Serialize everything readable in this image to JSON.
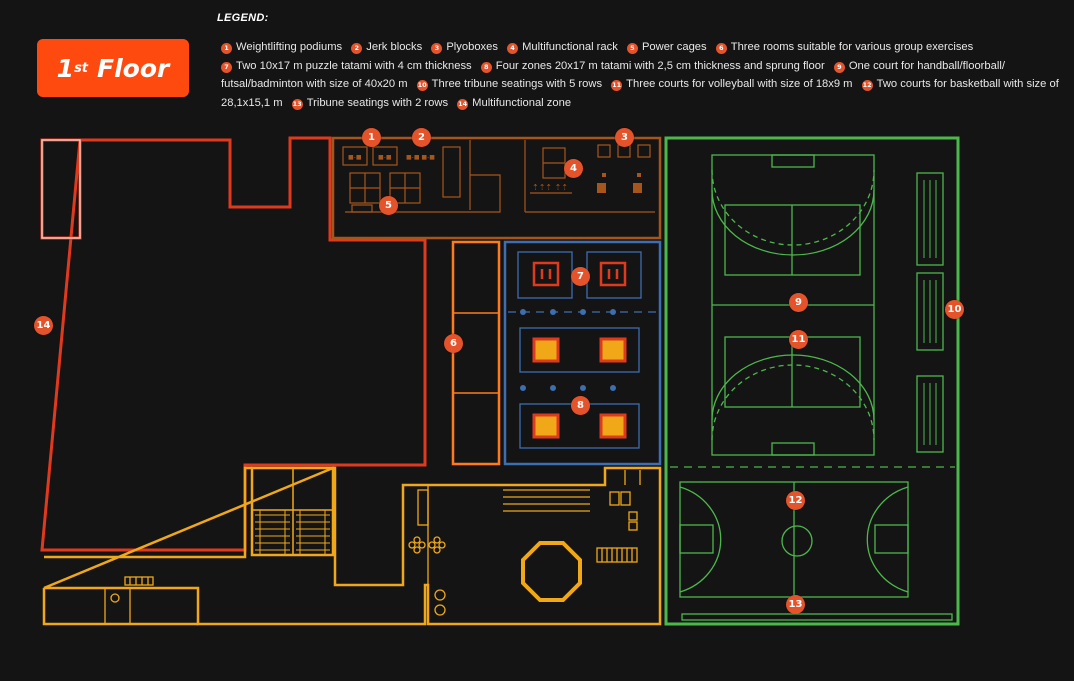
{
  "legend_title": "LEGEND:",
  "floor": {
    "number": "1",
    "suffix": "st",
    "label": "Floor"
  },
  "legend": [
    {
      "num": "1",
      "label": "Weightlifting podiums"
    },
    {
      "num": "2",
      "label": "Jerk blocks"
    },
    {
      "num": "3",
      "label": "Plyoboxes"
    },
    {
      "num": "4",
      "label": "Multifunctional rack"
    },
    {
      "num": "5",
      "label": "Power cages"
    },
    {
      "num": "6",
      "label": "Three rooms suitable for various group exercises"
    },
    {
      "num": "7",
      "label": "Two 10x17 m puzzle tatami with 4 cm thickness"
    },
    {
      "num": "8",
      "label": "Four zones 20x17 m tatami with 2,5 cm thickness and sprung floor"
    },
    {
      "num": "9",
      "label": "One court for handball/floorball/ futsal/badminton with size of 40x20 m"
    },
    {
      "num": "10",
      "label": "Three tribune seatings with 5 rows"
    },
    {
      "num": "11",
      "label": "Three courts for volleyball with size of 18x9 m"
    },
    {
      "num": "12",
      "label": "Two courts for basketball with size of 28,1x15,1 m"
    },
    {
      "num": "13",
      "label": "Tribune seatings with 2 rows"
    },
    {
      "num": "14",
      "label": "Multifunctional zone"
    }
  ],
  "markers": [
    "1",
    "2",
    "3",
    "4",
    "5",
    "6",
    "7",
    "8",
    "9",
    "10",
    "11",
    "12",
    "13",
    "14"
  ],
  "colors": {
    "background": "#141414",
    "accent": "#ff4a0f",
    "marker": "#e4532a",
    "zone_red": "#e03a1e",
    "zone_brown": "#a6561a",
    "zone_orange": "#ff7a1a",
    "zone_blue": "#3d6eb0",
    "zone_yellow": "#f0a818",
    "zone_green": "#4cb84c"
  }
}
